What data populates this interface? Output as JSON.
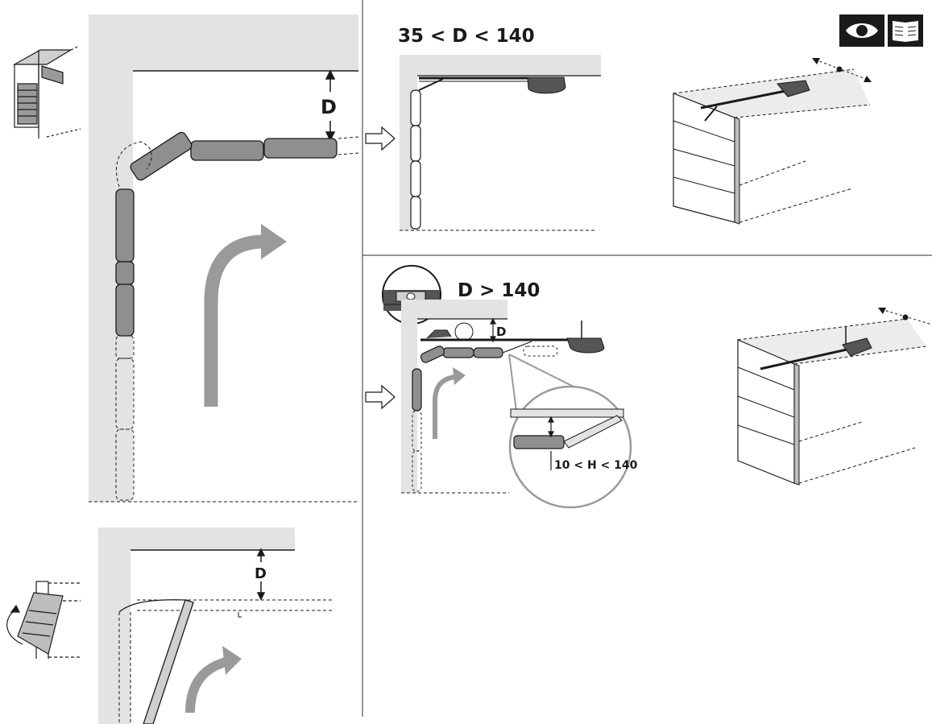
{
  "labels": {
    "d_main": "D",
    "range_top": "35 < D < 140",
    "range_mid": "D > 140",
    "d_mid": "D",
    "h_range": "10 < H < 140",
    "d_bottom": "D"
  },
  "icons": {
    "eye": "eye-icon",
    "manual": "manual-book-icon"
  },
  "colors": {
    "wall": "#e3e3e3",
    "panel": "#8f8f8f",
    "arrow": "#9a9a9a",
    "line": "#1a1a1a"
  }
}
